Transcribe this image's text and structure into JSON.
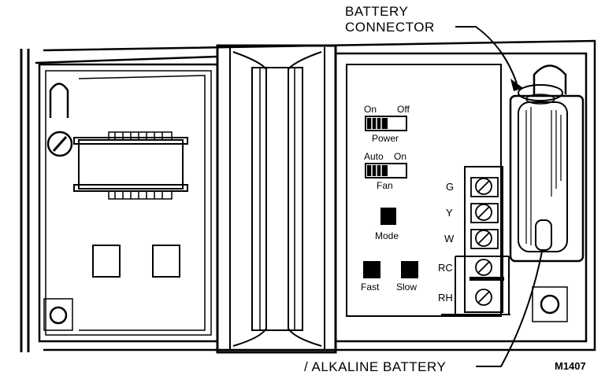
{
  "callouts": {
    "battery_connector_line1": "BATTERY",
    "battery_connector_line2": "CONNECTOR",
    "alkaline_battery": "/ ALKALINE BATTERY",
    "figure_code": "M1407"
  },
  "switches": {
    "power": {
      "left": "On",
      "right": "Off",
      "name": "Power"
    },
    "fan": {
      "left": "Auto",
      "right": "On",
      "name": "Fan"
    }
  },
  "buttons": {
    "mode": "Mode",
    "fast": "Fast",
    "slow": "Slow"
  },
  "terminals": [
    "G",
    "Y",
    "W",
    "RC",
    "RH"
  ]
}
